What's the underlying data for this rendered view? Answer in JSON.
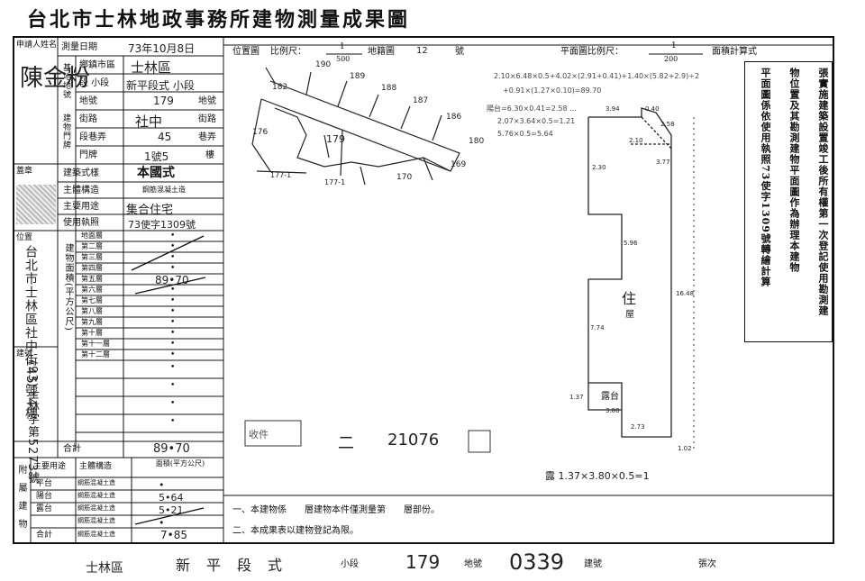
{
  "title": "台北市士林地政事務所建物測量成果圖",
  "owner": {
    "label": "申請人姓名",
    "name": "陳金粉",
    "seal_label": "蓋章"
  },
  "survey_date": {
    "label": "測量日期",
    "value": "73年10月8日"
  },
  "lot": {
    "group_label": "基地地號",
    "district_label": "鄉鎮市區",
    "district": "士林區",
    "section_label": "段 小段",
    "section": "新平段式 小段",
    "number_label": "地號",
    "number": "179",
    "number_suffix": "地號"
  },
  "address": {
    "group_label": "建物門牌",
    "street_label": "街路",
    "street": "社中",
    "street_suffix": "街路",
    "lane_label": "段巷弄",
    "lane": "45",
    "lane_suffix": "巷弄",
    "door_label": "門牌",
    "door": "1號5",
    "door_suffix": "樓"
  },
  "building": {
    "style_label": "建築式樣",
    "style": "本國式",
    "structure_label": "主體構造",
    "structure": "鋼筋混凝土造",
    "usage_label": "主要用途",
    "usage": "集合住宅",
    "license_label": "使用執照",
    "license": "73使字1309號"
  },
  "location": {
    "label": "位置",
    "value": "台北市士林區社中街45號4樓"
  },
  "building_no": {
    "label": "建號",
    "value": "(93)士林字第5273號"
  },
  "floors_label": "建物面積(平方公尺)",
  "floors": [
    {
      "name": "地面層",
      "area": "•"
    },
    {
      "name": "第二層",
      "area": "•"
    },
    {
      "name": "第三層",
      "area": "•"
    },
    {
      "name": "第四層",
      "area": "•"
    },
    {
      "name": "第五層",
      "area": "89•70"
    },
    {
      "name": "第六層",
      "area": "•"
    },
    {
      "name": "第七層",
      "area": "•"
    },
    {
      "name": "第八層",
      "area": "•"
    },
    {
      "name": "第九層",
      "area": "•"
    },
    {
      "name": "第十層",
      "area": "•"
    },
    {
      "name": "第十一層",
      "area": "•"
    },
    {
      "name": "第十二層",
      "area": "•"
    },
    {
      "name": "",
      "area": "•"
    },
    {
      "name": "",
      "area": "•"
    },
    {
      "name": "",
      "area": "•"
    },
    {
      "name": "",
      "area": "•"
    }
  ],
  "total": {
    "label": "合計",
    "value": "89•70"
  },
  "annex": {
    "group_label": "附屬建物",
    "header_usage": "主要用途",
    "header_structure": "主體構造",
    "header_area": "面積(平方公尺)",
    "rows": [
      {
        "usage": "平台",
        "structure": "鋼筋混凝土造",
        "area": "•"
      },
      {
        "usage": "陽台",
        "structure": "鋼筋混凝土造",
        "area": "5•64"
      },
      {
        "usage": "露台",
        "structure": "鋼筋混凝土造",
        "area": "5•21"
      },
      {
        "usage": "",
        "structure": "鋼筋混凝土造",
        "area": "•"
      },
      {
        "usage": "",
        "structure": "鋼筋混凝土造",
        "area": "•"
      }
    ],
    "total_label": "合計",
    "total_structure": "鋼筋混凝土造",
    "total_value": "7•85"
  },
  "position_map": {
    "label": "位置圖",
    "scale_label": "比例尺：",
    "scale_num": "1",
    "scale_den": "500",
    "sheet_label": "地籍圖",
    "sheet_no": "12",
    "sheet_suffix": "號",
    "lots": [
      "190",
      "189",
      "188",
      "187",
      "186",
      "182",
      "180",
      "176",
      "179",
      "177-1",
      "177-1",
      "170",
      "169"
    ]
  },
  "plan_map": {
    "scale_label": "平面圖比例尺：",
    "scale_num": "1",
    "scale_den": "200",
    "area_label": "面積計算式",
    "calc_1": "2.10×6.48×0.5+4.02×(2.91+0.41)+1.40×(5.82+2.9)÷2",
    "calc_2": "+0.91×(1.27×0.10)=89.70",
    "calc_3": "陽台=6.30×0.41=2.58 ...",
    "calc_4": "2.07×3.64×0.5=1.21",
    "calc_5": "5.76×0.5=5.64",
    "dims": [
      "3.94",
      "2.10",
      "0.40",
      "2.58",
      "3.77",
      "2.30",
      "5.96",
      "7.74",
      "1.37",
      "3.80",
      "2.73",
      "1.02",
      "16.48"
    ],
    "room_label": "住",
    "room_label2": "屋",
    "terrace_label": "露台"
  },
  "right_note": {
    "cols": [
      "張實施建築設置竣工後所有權第一次登記使用勘測建",
      "物位置及其勘測建物平面圖作為辦理本建物",
      "平面圖係依使用執照73使字1309號轉繪計算"
    ]
  },
  "stamp": {
    "code": "21076",
    "prefix": "收件",
    "mid": "二"
  },
  "annotation": "露 1.37×3.80×0.5=1",
  "notes": [
    "一、本建物係　　層建物本件僅測量第　　層部份。",
    "二、本成果表以建物登記為限。"
  ],
  "footer": {
    "district": "士林區",
    "section": "新平段式",
    "subsection_label": "小段",
    "lot": "179",
    "lot_label": "地號",
    "building_no": "0339",
    "building_no_label": "建號",
    "sheet_label": "張次"
  }
}
